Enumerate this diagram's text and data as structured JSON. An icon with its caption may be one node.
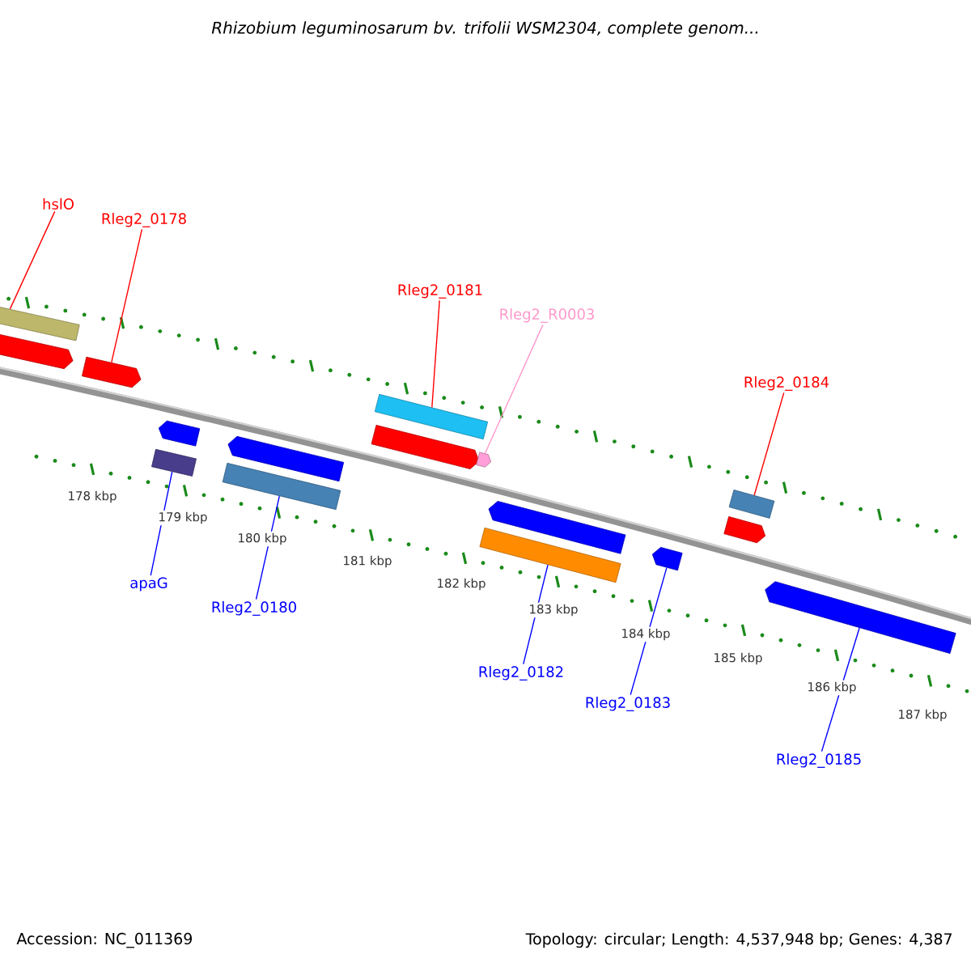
{
  "diagram": {
    "title": "Rhizobium leguminosarum bv. trifolii WSM2304, complete genom...",
    "nodes": [
      {
        "text": [
          "hslO"
        ]
      },
      {
        "text": [
          "Rleg2_0178"
        ]
      },
      {
        "text": [
          "Rleg2_0181"
        ]
      },
      {
        "text": [
          "Rleg2_R0003"
        ]
      },
      {
        "text": [
          "Rleg2_0184"
        ]
      },
      {
        "text": [
          "apaG"
        ]
      },
      {
        "text": [
          "Rleg2_0180"
        ]
      },
      {
        "text": [
          "Rleg2_0182"
        ]
      },
      {
        "text": [
          "Rleg2_0183"
        ]
      },
      {
        "text": [
          "Rleg2_0185"
        ]
      },
      {
        "text": [],
        "shape": "bar"
      },
      {
        "text": [],
        "shape": "pentagon"
      },
      {
        "text": [],
        "shape": "pentagon"
      },
      {
        "text": [],
        "shape": "bar"
      },
      {
        "text": [],
        "shape": "pentagon"
      },
      {
        "text": [],
        "shape": "pentagon"
      },
      {
        "text": [],
        "shape": "bar"
      },
      {
        "text": [],
        "shape": "pentagon"
      },
      {
        "text": [],
        "shape": "pentagon"
      },
      {
        "text": [],
        "shape": "bar"
      },
      {
        "text": [],
        "shape": "pentagon"
      },
      {
        "text": [],
        "shape": "bar"
      },
      {
        "text": [],
        "shape": "pentagon"
      },
      {
        "text": [],
        "shape": "bar"
      },
      {
        "text": [],
        "shape": "pentagon"
      },
      {
        "text": [],
        "shape": "pentagon"
      }
    ],
    "edges": [
      {
        "from": 0,
        "to": 10,
        "arrow": "none",
        "color": "#ff0000"
      },
      {
        "from": 1,
        "to": 12,
        "arrow": "none",
        "color": "#ff0000"
      },
      {
        "from": 2,
        "to": 13,
        "arrow": "none",
        "color": "#ff0000"
      },
      {
        "from": 3,
        "to": 15,
        "arrow": "none",
        "color": "#ff99cc"
      },
      {
        "from": 4,
        "to": 16,
        "arrow": "none",
        "color": "#ff0000"
      },
      {
        "from": 5,
        "to": 19,
        "arrow": "none"
      },
      {
        "from": 6,
        "to": 21,
        "arrow": "none"
      },
      {
        "from": 7,
        "to": 23,
        "arrow": "none"
      },
      {
        "from": 8,
        "to": 24,
        "arrow": "none"
      },
      {
        "from": 9,
        "to": 25,
        "arrow": "none"
      }
    ],
    "labels": [
      "178 kbp",
      "179 kbp",
      "180 kbp",
      "181 kbp",
      "182 kbp",
      "183 kbp",
      "184 kbp",
      "185 kbp",
      "186 kbp",
      "187 kbp",
      "Accession: NC_011369",
      "Topology: circular; Length: 4,537,948 bp; Genes: 4,387"
    ]
  }
}
